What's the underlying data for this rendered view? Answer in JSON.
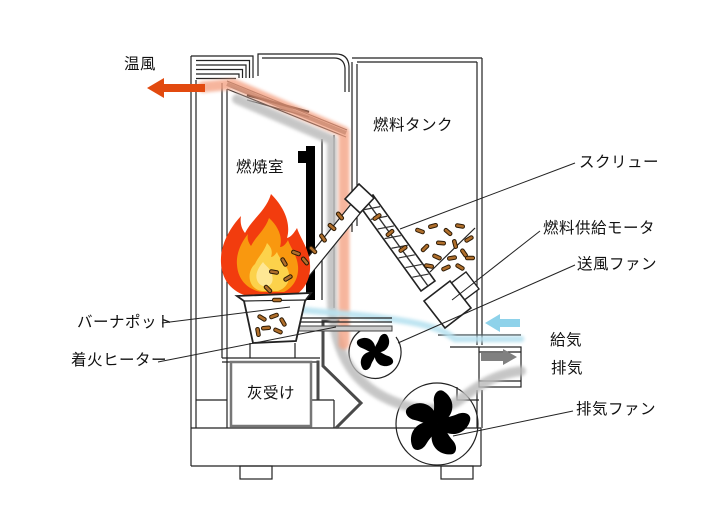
{
  "diagram": {
    "labels": {
      "warm_air": "温風",
      "combustion_chamber": "燃焼室",
      "fuel_tank": "燃料タンク",
      "screw": "スクリュー",
      "fuel_supply_motor": "燃料供給モータ",
      "blower_fan": "送風ファン",
      "air_supply": "給気",
      "exhaust": "排気",
      "exhaust_fan": "排気ファン",
      "burner_pot": "バーナポット",
      "ignition_heater": "着火ヒーター",
      "ash_receiver": "灰受け"
    },
    "arrows": {
      "warm_air_direction": "left",
      "air_supply_direction": "left",
      "exhaust_direction": "right"
    },
    "colors": {
      "warm_air_arrow": "#e24a0f",
      "warm_air_flow": "#f4a182",
      "air_supply_arrow": "#8ed2ea",
      "air_supply_flow": "#b8e2f0",
      "exhaust_arrow": "#808080",
      "smoke_flow": "#bdbdbd",
      "flame_outer": "#f23c0e",
      "flame_mid": "#f9980f",
      "flame_inner": "#fcd24b",
      "pellet": "#b06f2c",
      "line": "#1a1a1a"
    }
  }
}
